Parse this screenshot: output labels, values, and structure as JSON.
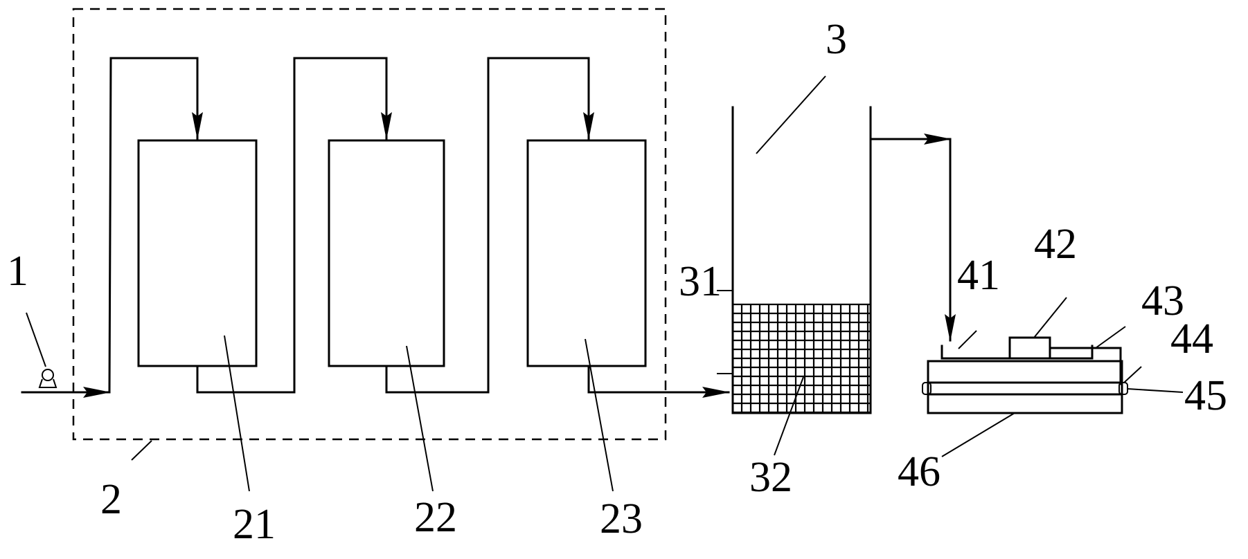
{
  "diagram": {
    "labels": {
      "pump": "1",
      "dashed_group": "2",
      "tank_1": "21",
      "tank_2": "22",
      "tank_3": "23",
      "vessel": "3",
      "vessel_inlet": "31",
      "vessel_packing": "32",
      "unit_inlet": "41",
      "unit_block": "42",
      "unit_pipe": "43",
      "unit_layer_a": "44",
      "unit_layer_b": "45",
      "unit_base": "46"
    }
  }
}
